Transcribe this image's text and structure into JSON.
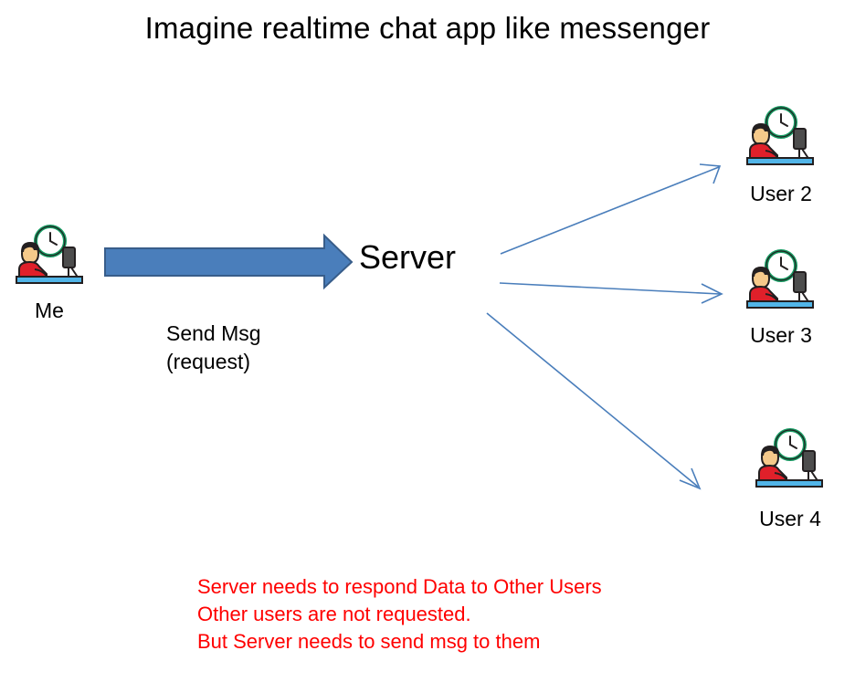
{
  "title": "Imagine realtime chat app like messenger",
  "server": {
    "label": "Server"
  },
  "request_arrow": {
    "label_line1": "Send Msg",
    "label_line2": "(request)",
    "fill_color": "#4a7ebb",
    "stroke_color": "#385d8a"
  },
  "response_arrows": {
    "color": "#4a7ebb",
    "count": 3
  },
  "nodes": [
    {
      "id": "me",
      "label": "Me"
    },
    {
      "id": "user2",
      "label": "User 2"
    },
    {
      "id": "user3",
      "label": "User 3"
    },
    {
      "id": "user4",
      "label": "User 4"
    }
  ],
  "note": {
    "color": "#ff0000",
    "lines": [
      "Server needs to respond Data to Other Users",
      "Other users are not requested.",
      "But Server needs to send msg to them"
    ]
  },
  "icon_colors": {
    "clock_ring": "#169b62",
    "clock_face": "#ffffff",
    "shirt": "#e0202a",
    "skin": "#f5c98a",
    "hair": "#231f20",
    "monitor": "#4d4d4d",
    "desk": "#51b5e8",
    "outline": "#231f20"
  }
}
